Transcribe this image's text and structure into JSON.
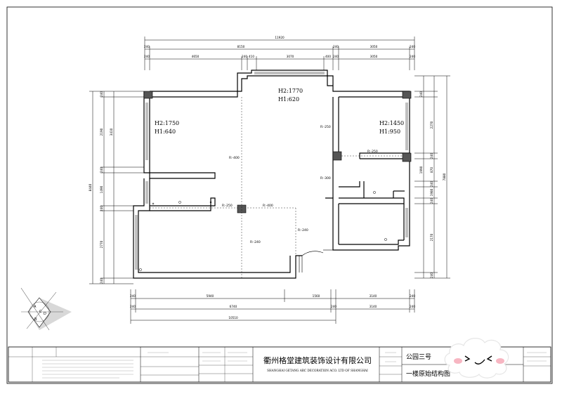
{
  "drawing": {
    "dims": {
      "top_total": "11920",
      "top_segments": [
        "240",
        "8150",
        "240",
        "3050",
        "240"
      ],
      "top_sub": [
        "240",
        "4650",
        "240",
        "410",
        "3070",
        "400",
        "240",
        "3050",
        "240"
      ],
      "bottom_segments": [
        "240",
        "5940",
        "1560",
        "3140",
        "240"
      ],
      "bottom_sub": [
        "240",
        "6740",
        "240",
        "3140",
        "240"
      ],
      "bottom_total": "10510",
      "left_total": "8440",
      "left_segments": [
        "240",
        "2190",
        "240",
        "1490",
        "240",
        "2770",
        "240"
      ],
      "left_sub": [
        "3410"
      ],
      "right_total": "7880",
      "right_segments": [
        "240",
        "2270",
        "240",
        "870",
        "240",
        "1980",
        "240",
        "2170",
        "240"
      ],
      "right_sub": [
        "1990"
      ]
    },
    "rooms": {
      "window_center": {
        "h2": "H2:1770",
        "h1": "H1:620"
      },
      "window_left": {
        "h2": "H2:1750",
        "h1": "H1:640"
      },
      "window_right": {
        "h2": "H2:1450",
        "h1": "H1:950"
      }
    },
    "beams": [
      "R:-400",
      "R:-250",
      "R:-250",
      "R:-400",
      "R:-250",
      "R:-300",
      "R:-240",
      "R:-240"
    ],
    "compass": [
      "A",
      "B",
      "C",
      "D"
    ]
  },
  "title_block": {
    "company_cn": "衢州格堂建筑装饰设计有限公司",
    "company_en": "SHANGHAI GETANG ARC DECORATION  ACO. LTD OF SHANGHAI",
    "project": "公园三号",
    "sheet_title": "一楼原始结构图"
  }
}
